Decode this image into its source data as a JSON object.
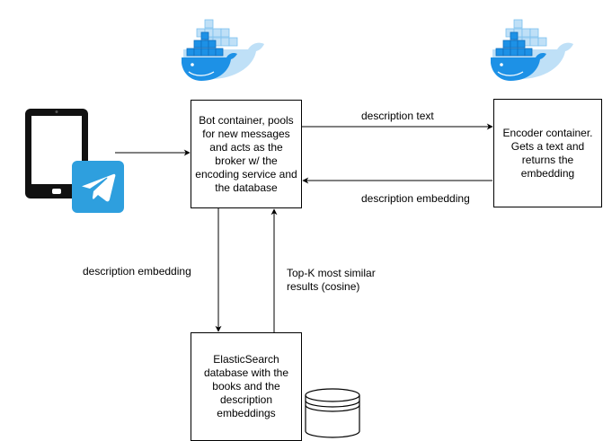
{
  "nodes": {
    "bot": "Bot container, pools\nfor new messages\nand acts as the\nbroker w/ the\nencoding service and\nthe database",
    "encoder": "Encoder container.\nGets a text and\nreturns the\nembedding",
    "elastic": "ElasticSearch\ndatabase with the\nbooks and the\ndescription\nembeddings"
  },
  "edges": {
    "bot_to_encoder": "description text",
    "encoder_to_bot": "description embedding",
    "bot_to_elastic": "description embedding",
    "elastic_to_bot": "Top-K most similar\nresults (cosine)"
  },
  "icons": {
    "docker_left": "docker-whale-icon",
    "docker_right": "docker-whale-icon",
    "tablet": "tablet-icon",
    "telegram": "telegram-icon",
    "database": "database-cylinder-icon"
  },
  "colors": {
    "docker_blue": "#1d91e6",
    "docker_dark": "#0f6fbf",
    "telegram_bg": "#2e9fde",
    "stroke": "#000000"
  }
}
